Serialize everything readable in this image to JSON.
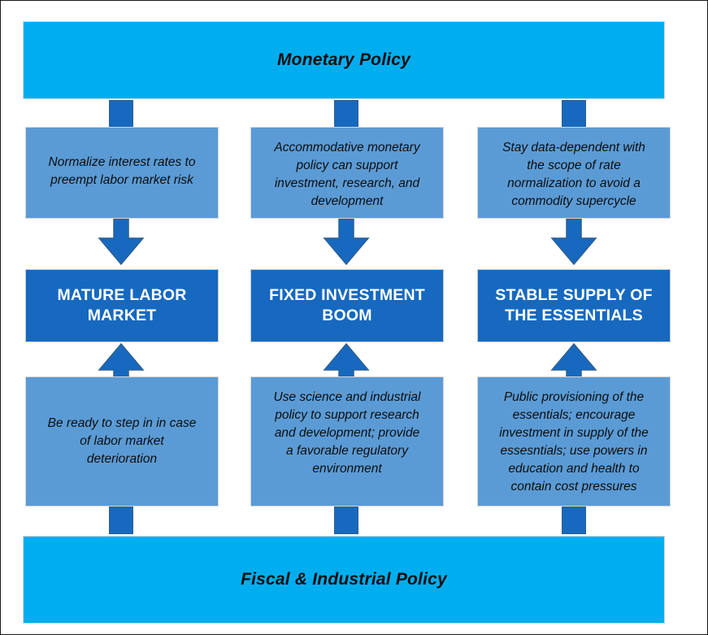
{
  "diagram": {
    "title_top": "Monetary Policy",
    "title_bottom": "Fiscal & Industrial Policy",
    "colors": {
      "banner": "#00AEEF",
      "soft_box": "#5B9BD5",
      "strong_box": "#1669BF",
      "connector": "#1669BF",
      "text_dark": "#0D0D0D",
      "text_light": "#FFFFFF",
      "canvas_border": "#1A1A1A"
    },
    "columns": [
      {
        "id": "labor",
        "monetary_action": "Normalize interest rates to\npreempt labor market risk",
        "outcome": "MATURE LABOR\nMARKET",
        "fiscal_action": "Be ready to step in in case\nof labor market\ndeterioration"
      },
      {
        "id": "investment",
        "monetary_action": "Accommodative monetary\npolicy can support\ninvestment, research, and\ndevelopment",
        "outcome": "FIXED INVESTMENT\nBOOM",
        "fiscal_action": "Use science and industrial\npolicy to support research\nand development; provide\na favorable regulatory\nenvironment"
      },
      {
        "id": "essentials",
        "monetary_action": "Stay data-dependent with\nthe scope of rate\nnormalization to avoid a\ncommodity supercycle",
        "outcome": "STABLE SUPPLY OF\nTHE ESSENTIALS",
        "fiscal_action": "Public provisioning of the\nessentials; encourage\ninvestment in supply of the\nessesntials; use powers in\neducation and health to\ncontain cost pressures"
      }
    ]
  }
}
